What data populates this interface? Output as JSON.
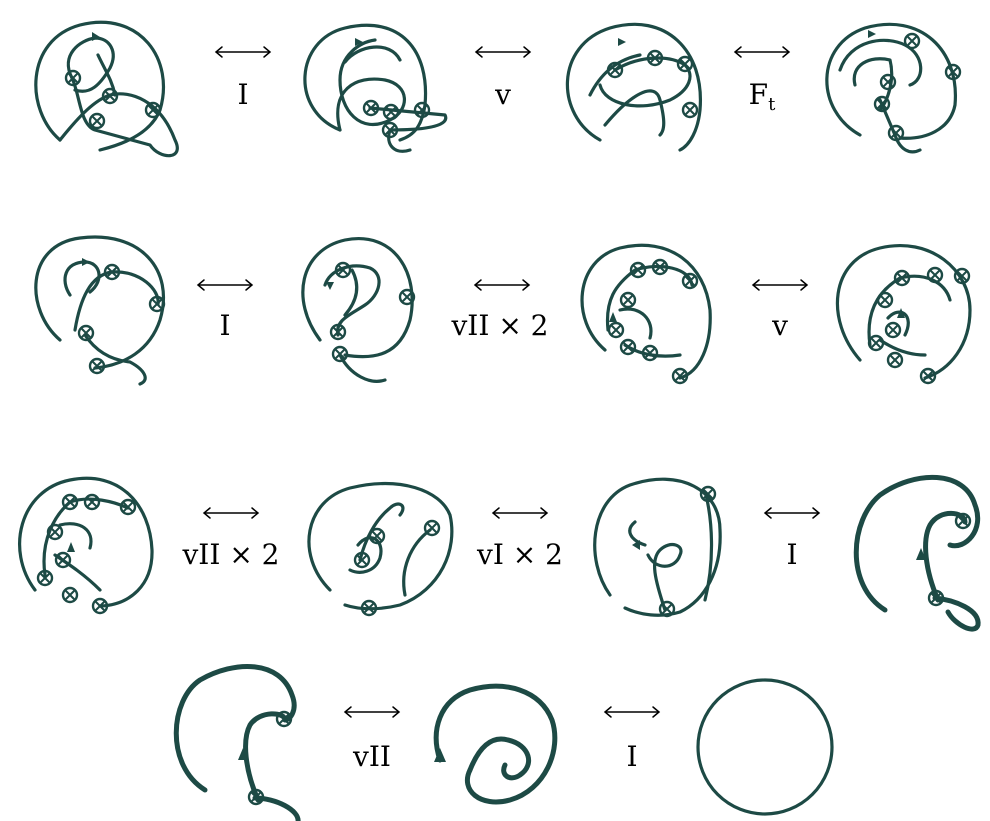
{
  "moves": [
    {
      "label": "I"
    },
    {
      "label": "v"
    },
    {
      "label": "F",
      "sub": "t"
    },
    {
      "label": "I"
    },
    {
      "label": "vII × 2"
    },
    {
      "label": "v"
    },
    {
      "label": "vII × 2"
    },
    {
      "label": "vI × 2"
    },
    {
      "label": "I"
    },
    {
      "label": "vII"
    },
    {
      "label": "I"
    }
  ],
  "diagram_kinds": [
    "virtual-knot-diagram-1",
    "virtual-knot-diagram-2",
    "virtual-knot-diagram-3",
    "virtual-knot-diagram-4",
    "virtual-knot-diagram-5",
    "virtual-knot-diagram-6",
    "virtual-knot-diagram-7",
    "virtual-knot-diagram-8",
    "virtual-knot-diagram-9",
    "virtual-knot-diagram-10",
    "virtual-knot-diagram-11",
    "virtual-knot-diagram-12",
    "virtual-knot-diagram-13",
    "spiral-diagram",
    "unknot-circle"
  ],
  "colors": {
    "strand": "#1d4a45",
    "arrow": "#000000",
    "background": "#ffffff"
  }
}
